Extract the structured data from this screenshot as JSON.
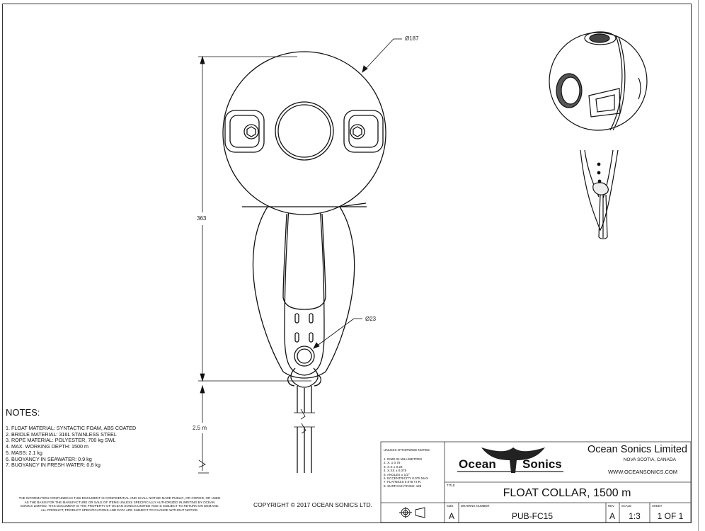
{
  "dimensions": {
    "diameter_main": "Ø187",
    "height_overall": "363",
    "diameter_hole": "Ø23",
    "rope_length": "2.5 m"
  },
  "notes": {
    "title": "NOTES:",
    "items": [
      "1. FLOAT MATERIAL: SYNTACTIC FOAM, ABS COATED",
      "2. BRIDLE MATERIAL: 316L STAINLESS STEEL",
      "3. ROPE MATERIAL: POLYESTER, 700 kg SWL",
      "4. MAX. WORKING DEPTH: 1500 m",
      "5. MASS: 2.1 kg",
      "6. BUOYANCY IN SEAWATER: 0.9 kg",
      "7. BUOYANCY IN FRESH WATER: 0.8 kg"
    ]
  },
  "confidential": {
    "lines": [
      "THE INFORMATION CONTAINED IN THIS DOCUMENT IS CONFIDENTIAL AND SHALL NOT BE MADE PUBLIC, OR COPIED, OR USED",
      "AS THE BASIS FOR THE MANUFACTURE OR SALE OF ITEMS UNLESS SPECIFICALLY AUTHORIZED IN WRITING BY OCEAN",
      "SONICS LIMITED. THIS DOCUMENT IS THE PROPERTY OF OCEAN SONICS LIMITED AND IS SUBJECT TO RETURN ON DEMAND.",
      "ALL PRODUCT, PRODUCT SPECIFICATIONS AND DATA ARE SUBJECT TO CHANGE WITHOUT NOTICE."
    ]
  },
  "copyright": "COPYRIGHT © 2017 OCEAN SONICS LTD.",
  "title_block": {
    "tolerances_header": "UNLESS OTHERWISE NOTED:",
    "tolerances": [
      "1. DIMS IN MILLIMETRES",
      "2. X. ± 0.75",
      "3. X.X ± 0.25",
      "4. X.XX ± 0.075",
      "5. ANGLES ± 1/2°",
      "6. ECCENTRICITY 0.075 MAX",
      "7. FLATNESS 0.075 T.I.R.",
      "8. SURFACE FINISH: 125"
    ],
    "logo_left": "Ocean",
    "logo_right": "Sonics",
    "company": "Ocean Sonics Limited",
    "province": "NOVA SCOTIA, CANADA",
    "website": "WWW.OCEANSONICS.COM",
    "title_label": "TITLE",
    "title": "FLOAT COLLAR, 1500 m",
    "size_label": "SIZE",
    "size": "A",
    "drawing_number_label": "DRAWING NUMBER",
    "drawing_number": "PUB-FC15",
    "rev_label": "REV",
    "rev": "A",
    "scale_label": "SCALE",
    "scale": "1:3",
    "sheet_label": "SHEET",
    "sheet": "1 OF 1"
  }
}
